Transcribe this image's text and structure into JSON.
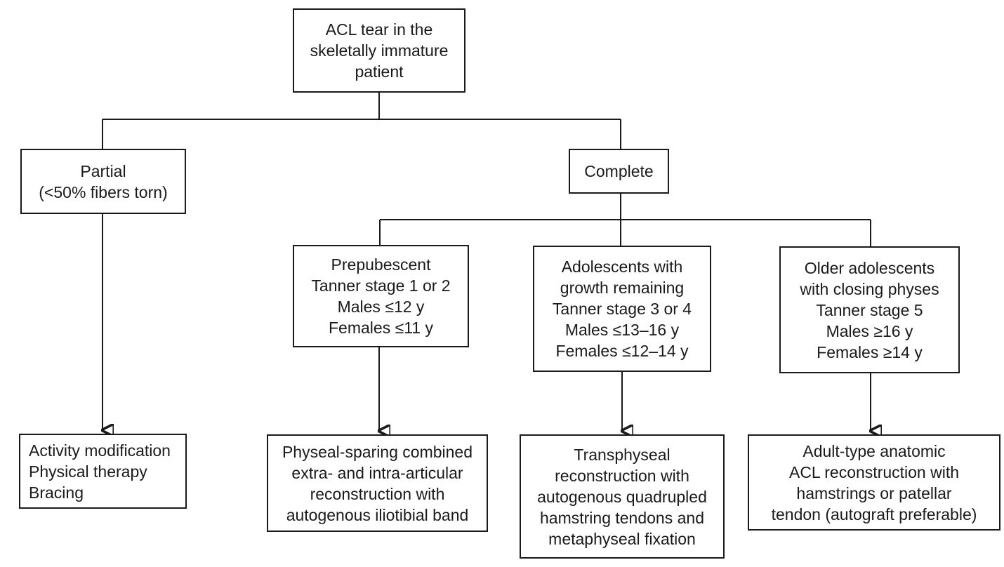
{
  "diagram": {
    "kind": "decision-flowchart",
    "nodes": {
      "root": {
        "text": "ACL tear in the\nskeletally immature\npatient"
      },
      "branch_partial": {
        "text": "Partial\n(<50% fibers torn)"
      },
      "branch_complete": {
        "text": "Complete"
      },
      "group_prepubescent": {
        "text": "Prepubescent\nTanner stage 1 or 2\nMales ≤12 y\nFemales ≤11 y"
      },
      "group_adolescents": {
        "text": "Adolescents with\ngrowth remaining\nTanner stage 3 or 4\nMales ≤13–16 y\nFemales ≤12–14 y"
      },
      "group_older_adolescents": {
        "text": "Older adolescents\nwith closing physes\nTanner stage 5\nMales ≥16 y\nFemales ≥14 y"
      },
      "treatment_partial": {
        "text": "Activity modification\nPhysical therapy\nBracing"
      },
      "treatment_prepubescent": {
        "text": "Physeal-sparing combined\nextra- and intra-articular\nreconstruction with\nautogenous iliotibial band"
      },
      "treatment_adolescents": {
        "text": "Transphyseal\nreconstruction with\nautogenous quadrupled\nhamstring tendons and\nmetaphyseal fixation"
      },
      "treatment_older_adolescents": {
        "text": "Adult-type anatomic\nACL reconstruction with\nhamstrings or patellar\ntendon (autograft preferable)"
      }
    },
    "colors": {
      "line": "#1a1a1a",
      "box_border": "#1a1a1a",
      "box_fill": "#ffffff",
      "text": "#1a1a1a",
      "background": "#ffffff"
    }
  }
}
